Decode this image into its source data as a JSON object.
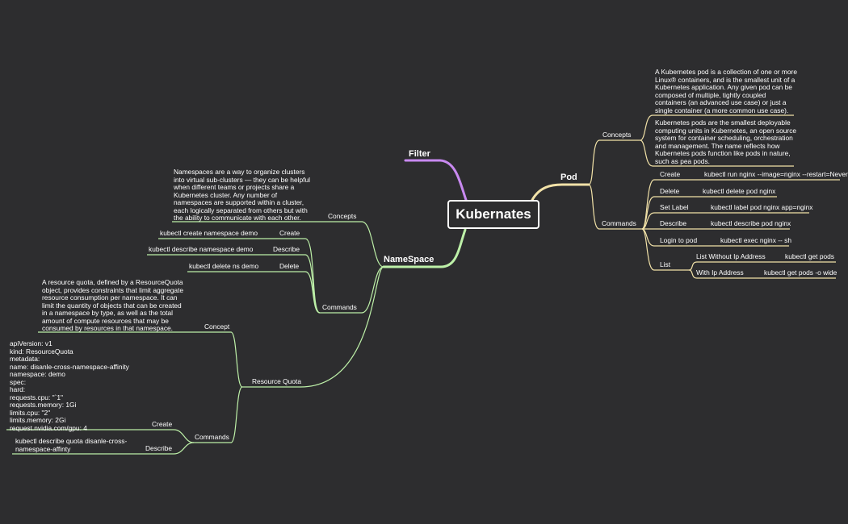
{
  "central": "Kubernates",
  "filter": {
    "label": "Filter"
  },
  "pod": {
    "label": "Pod",
    "concepts": {
      "label": "Concepts",
      "text1": "A Kubernetes pod is a collection of one or more\nLinux® containers, and is the smallest unit of a\nKubernetes application. Any given pod can be\ncomposed of multiple, tightly coupled\ncontainers (an advanced use case) or just a\nsingle container (a more common use case).",
      "text2": "Kubernetes pods are the smallest deployable\ncomputing units in Kubernetes, an open source\nsystem for container scheduling, orchestration\nand management. The name reflects how\nKubernetes pods function like pods in nature,\nsuch as pea pods."
    },
    "commands": {
      "label": "Commands",
      "create": {
        "label": "Create",
        "cmd": "kubectl run nginx --image=nginx --restart=Never"
      },
      "delete": {
        "label": "Delete",
        "cmd": "kubectl delete pod nginx"
      },
      "setlabel": {
        "label": "Set Label",
        "cmd": "kubectl label pod nginx app=nginx"
      },
      "describe": {
        "label": "Describe",
        "cmd": "kubectl describe pod nginx"
      },
      "login": {
        "label": "Login to pod",
        "cmd": "kubectl exec nginx -- sh"
      },
      "list": {
        "label": "List",
        "without": {
          "label": "List Without Ip Address",
          "cmd": "kubectl get pods"
        },
        "with": {
          "label": "With Ip Address",
          "cmd": "kubectl get pods -o wide"
        }
      }
    }
  },
  "namespace": {
    "label": "NameSpace",
    "concepts": {
      "label": "Concepts",
      "text": "Namespaces are a way to organize clusters\ninto virtual sub-clusters — they can be helpful\nwhen different teams or projects share a\nKubernetes cluster. Any number of\nnamespaces are supported within a cluster,\neach logically separated from others but with\nthe ability to communicate with each other."
    },
    "commands": {
      "label": "Commands",
      "create": {
        "label": "Create",
        "cmd": "kubectl create namespace demo"
      },
      "describe": {
        "label": "Describe",
        "cmd": "kubectl describe namespace demo"
      },
      "delete": {
        "label": "Delete",
        "cmd": "kubectl delete ns demo"
      }
    },
    "quota": {
      "label": "Resource Quota",
      "concept": {
        "label": "Concept",
        "text": "A resource quota, defined by a ResourceQuota\nobject, provides constraints that limit aggregate\nresource consumption per namespace. It can\nlimit the quantity of objects that can be created\nin a namespace by type, as well as the total\namount of compute resources that may be\nconsumed by resources in that namespace."
      },
      "commands": {
        "label": "Commands",
        "create": {
          "label": "Create",
          "yaml": "apiVersion: v1\nkind: ResourceQuota\nmetadata:\n    name: disanle-cross-namespace-affinity\nnamespace: demo\nspec:\n    hard:\n        requests.cpu: \"`1\"\n        requests.memory: 1Gi\n        limits.cpu: \"2\"\n        limits.memory: 2Gi\n        request.nvidia.com/gpu: 4"
        },
        "describe": {
          "label": "Describe",
          "cmd": "kubectl describe quota disanle-cross-\nnamespace-affinty"
        }
      }
    }
  },
  "colors": {
    "background": "#2d2d2f",
    "pod_branch": "#f2e2a8",
    "filter_branch": "#c889f0",
    "namespace_branch": "#bdf0a8",
    "text": "#ffffff"
  }
}
